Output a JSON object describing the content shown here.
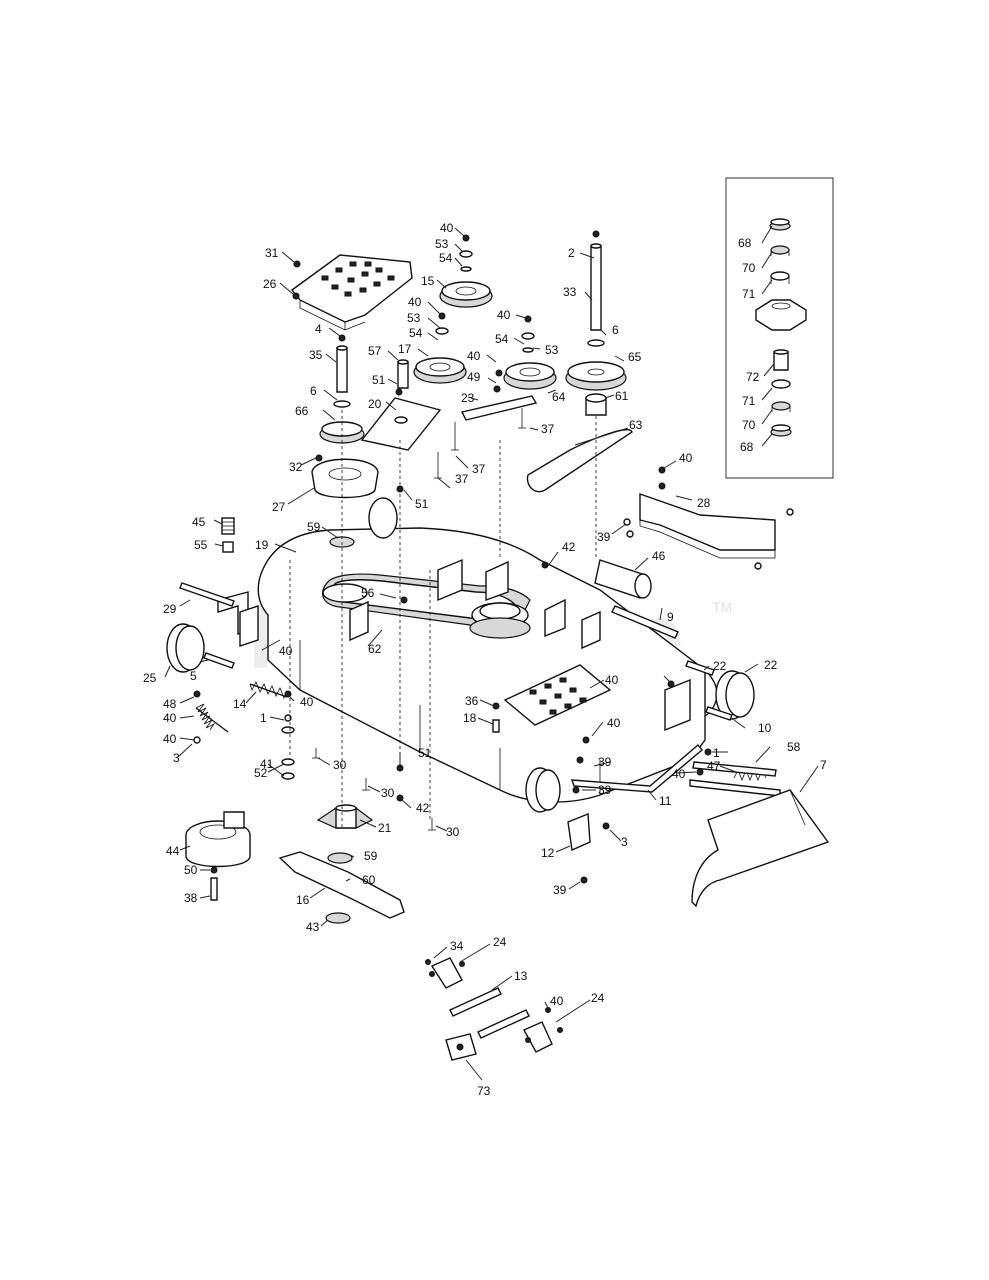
{
  "watermark": {
    "text": "PartsTree",
    "tm": "TM"
  },
  "labels": [
    "40",
    "53",
    "54",
    "15",
    "31",
    "26",
    "2",
    "33",
    "40",
    "53",
    "54",
    "17",
    "40",
    "54",
    "53",
    "4",
    "35",
    "57",
    "51",
    "40",
    "49",
    "65",
    "6",
    "64",
    "6",
    "20",
    "23",
    "61",
    "66",
    "37",
    "63",
    "32",
    "37",
    "27",
    "37",
    "51",
    "40",
    "28",
    "45",
    "59",
    "39",
    "55",
    "19",
    "42",
    "46",
    "29",
    "56",
    "9",
    "62",
    "40",
    "5",
    "22",
    "25",
    "40",
    "22",
    "36",
    "14",
    "40",
    "48",
    "18",
    "40",
    "40",
    "1",
    "10",
    "40",
    "1",
    "3",
    "58",
    "51",
    "52",
    "30",
    "47",
    "40",
    "41",
    "30",
    "42",
    "39",
    "39",
    "21",
    "11",
    "7",
    "30",
    "44",
    "59",
    "3",
    "50",
    "60",
    "12",
    "38",
    "16",
    "39",
    "43",
    "34",
    "24",
    "13",
    "40",
    "24",
    "73",
    "68",
    "70",
    "71",
    "72",
    "71",
    "70",
    "68"
  ]
}
